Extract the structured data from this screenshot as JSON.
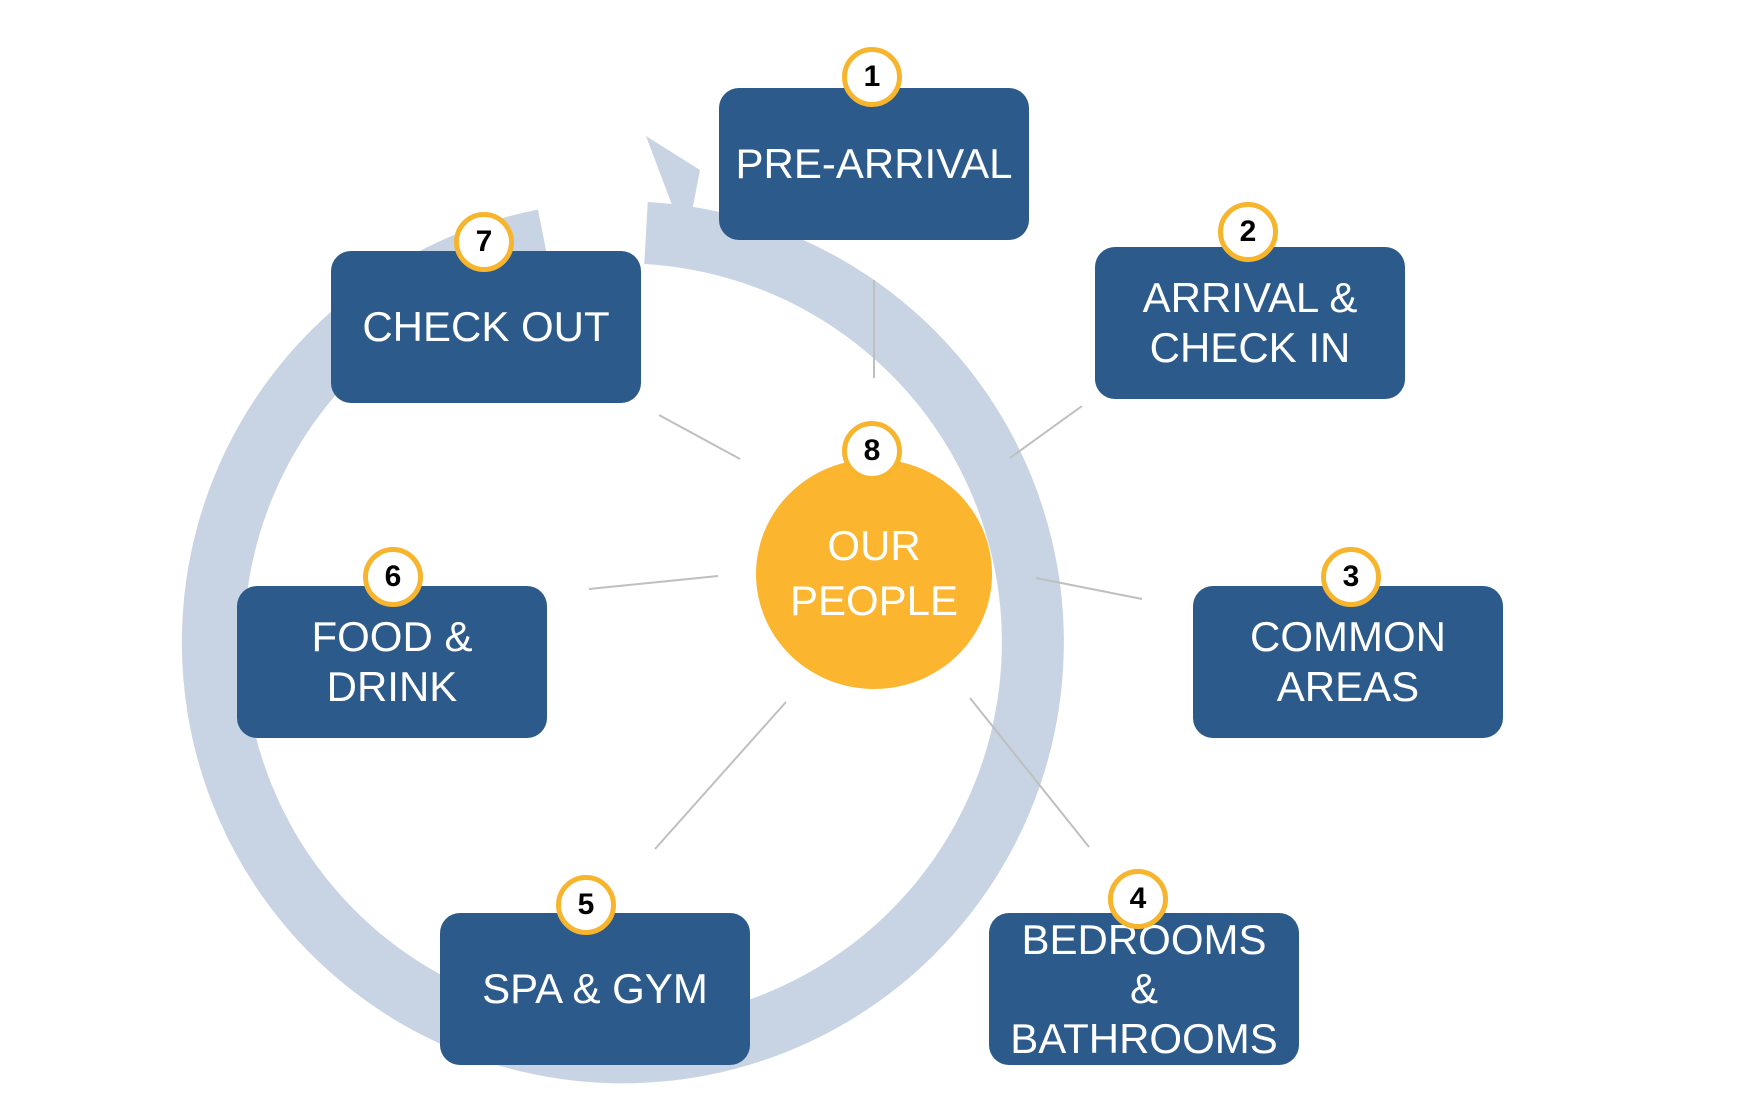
{
  "colors": {
    "box": "#2c5a8a",
    "center": "#fbb52f",
    "badge_border": "#f7b52e",
    "ring": "#c8d4e4",
    "connector": "#bfbfbf"
  },
  "steps": [
    {
      "number": "1",
      "label": "PRE-ARRIVAL"
    },
    {
      "number": "2",
      "label": "ARRIVAL &\nCHECK IN"
    },
    {
      "number": "3",
      "label": "COMMON\nAREAS"
    },
    {
      "number": "4",
      "label": "BEDROOMS &\nBATHROOMS"
    },
    {
      "number": "5",
      "label": "SPA & GYM"
    },
    {
      "number": "6",
      "label": "FOOD &\nDRINK"
    },
    {
      "number": "7",
      "label": "CHECK OUT"
    }
  ],
  "center": {
    "number": "8",
    "label": "OUR\nPEOPLE"
  }
}
